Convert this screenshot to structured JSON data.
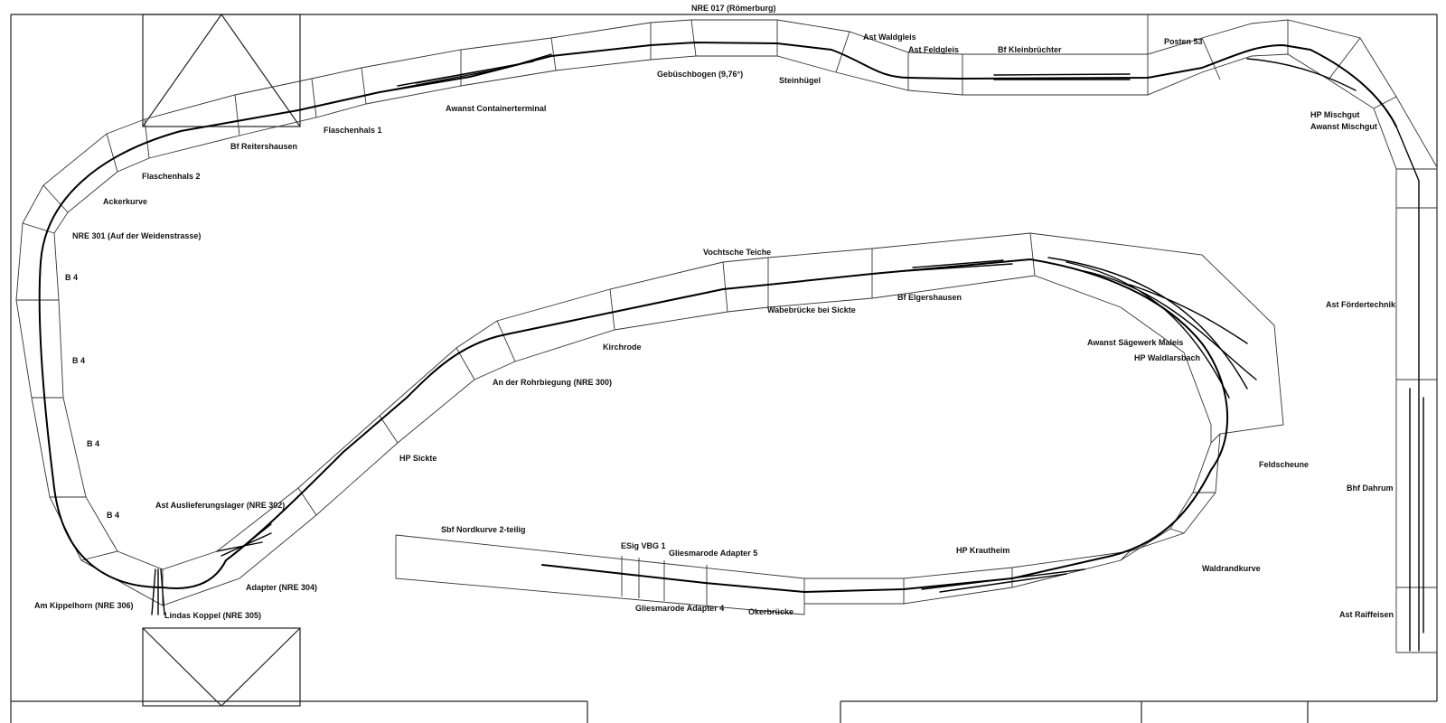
{
  "title": "NRE 017 (Römerburg)",
  "labels": {
    "ast_waldgleis": "Ast Waldgleis",
    "ast_feldgleis": "Ast Feldgleis",
    "bf_kleinbruechter": "Bf Kleinbrüchter",
    "posten_53": "Posten 53",
    "gebueschbogen": "Gebüschbogen (9,76°)",
    "steinhuegel": "Steinhügel",
    "awanst_containerterminal": "Awanst Containerterminal",
    "flaschenhals_1": "Flaschenhals 1",
    "bf_reitershausen": "Bf Reitershausen",
    "flaschenhals_2": "Flaschenhals 2",
    "ackerkurve": "Ackerkurve",
    "nre_301": "NRE 301 (Auf der Weidenstrasse)",
    "b4_1": "B 4",
    "b4_2": "B 4",
    "b4_3": "B 4",
    "b4_4": "B 4",
    "ast_auslieferungslager": "Ast Auslieferungslager (NRE 302)",
    "am_kippelhorn": "Am Kippelhorn (NRE 306)",
    "lindas_koppel": "Lindas Koppel (NRE 305)",
    "adapter_304": "Adapter (NRE 304)",
    "hp_sickte": "HP Sickte",
    "an_der_rohrbiegung": "An der Rohrbiegung (NRE 300)",
    "kirchrode": "Kirchrode",
    "vochtsche_teiche": "Vochtsche Teiche",
    "wabebruecke": "Wabebrücke bei Sickte",
    "bf_elgershausen": "Bf Elgershausen",
    "awanst_saegewerk": "Awanst Sägewerk Maleis",
    "hp_waldlarsbach": "HP Waldlarsbach",
    "feldscheune": "Feldscheune",
    "waldrandkurve": "Waldrandkurve",
    "hp_krautheim": "HP Krautheim",
    "sbf_nordkurve": "Sbf Nordkurve 2-teilig",
    "esig_vbg": "ESig VBG 1",
    "gliesmarode_adapter_5": "Gliesmarode Adapter 5",
    "gliesmarode_adapter_4": "Gliesmarode Adapter 4",
    "okerbruecke": "Okerbrücke",
    "hp_mischgut": "HP Mischgut",
    "awanst_mischgut": "Awanst Mischgut",
    "ast_foerdertechnik": "Ast Fördertechnik",
    "bhf_dahrum": "Bhf Dahrum",
    "ast_raiffeisen": "Ast Raiffeisen"
  }
}
